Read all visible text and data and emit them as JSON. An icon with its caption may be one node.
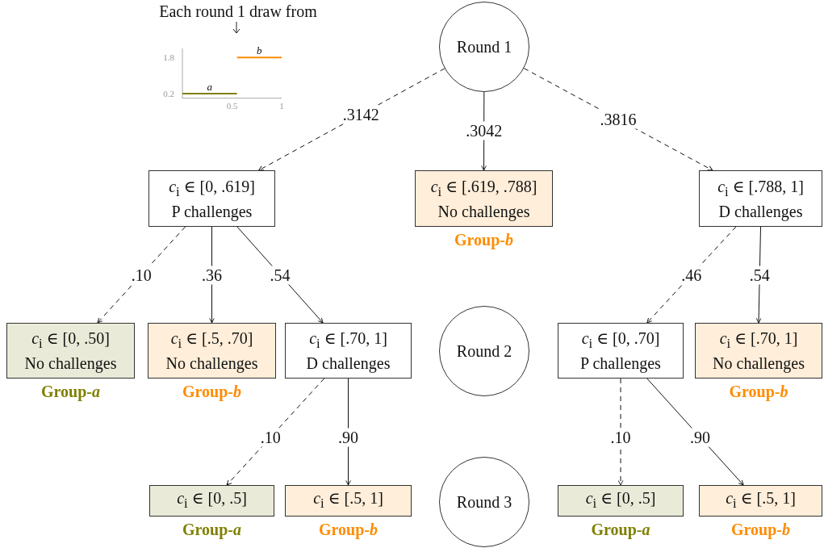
{
  "diagram": {
    "nodes": [
      {
        "text": [
          "Round 1"
        ]
      },
      {
        "text": [
          "*c*$_{i}$ ∈ [0, .619]",
          "P challenges"
        ]
      },
      {
        "text": [
          "*c*$_{i}$ ∈ [.619, .788]",
          "No challenges"
        ],
        "beside": [
          "Group-*b*"
        ]
      },
      {
        "text": [
          "*c*$_{i}$ ∈ [.788, 1]",
          "D challenges"
        ]
      },
      {
        "text": [
          "Round 2"
        ]
      },
      {
        "text": [
          "*c*$_{i}$ ∈ [0, .50]",
          "No challenges"
        ],
        "beside": [
          "Group-*a*"
        ]
      },
      {
        "text": [
          "*c*$_{i}$ ∈ [.5, .70]",
          "No challenges"
        ],
        "beside": [
          "Group-*b*"
        ]
      },
      {
        "text": [
          "*c*$_{i}$ ∈ [.70, 1]",
          "D challenges"
        ]
      },
      {
        "text": [
          "*c*$_{i}$ ∈ [0, .70]",
          "P challenges"
        ]
      },
      {
        "text": [
          "*c*$_{i}$ ∈ [.70, 1]",
          "No challenges"
        ],
        "beside": [
          "Group-*b*"
        ]
      },
      {
        "text": [
          "Round 3"
        ]
      },
      {
        "text": [
          "*c*$_{i}$ ∈ [0, .5]"
        ],
        "beside": [
          "Group-*a*"
        ]
      },
      {
        "text": [
          "*c*$_{i}$ ∈ [.5, 1]"
        ],
        "beside": [
          "Group-*b*"
        ]
      },
      {
        "text": [
          "*c*$_{i}$ ∈ [0, .5]"
        ],
        "beside": [
          "Group-*a*"
        ]
      },
      {
        "text": [
          "*c*$_{i}$ ∈ [.5, 1]"
        ],
        "beside": [
          "Group-*b*"
        ]
      }
    ],
    "edges": [
      {
        "from": 0,
        "to": 1,
        "arrow": "to",
        "label": ".3142",
        "style": "dashed"
      },
      {
        "from": 0,
        "to": 2,
        "arrow": "to",
        "label": ".3042"
      },
      {
        "from": 0,
        "to": 3,
        "arrow": "to",
        "label": ".3816",
        "style": "dashed"
      },
      {
        "from": 1,
        "to": 5,
        "arrow": "to",
        "label": ".10",
        "style": "dashed"
      },
      {
        "from": 1,
        "to": 6,
        "arrow": "to",
        "label": ".36"
      },
      {
        "from": 1,
        "to": 7,
        "arrow": "to",
        "label": ".54"
      },
      {
        "from": 3,
        "to": 8,
        "arrow": "to",
        "label": ".46",
        "style": "dashed"
      },
      {
        "from": 3,
        "to": 9,
        "arrow": "to",
        "label": ".54"
      },
      {
        "from": 7,
        "to": 11,
        "arrow": "to",
        "label": ".10",
        "style": "dashed"
      },
      {
        "from": 7,
        "to": 12,
        "arrow": "to",
        "label": ".90"
      },
      {
        "from": 8,
        "to": 13,
        "arrow": "to",
        "label": ".10",
        "style": "dashed"
      },
      {
        "from": 8,
        "to": 14,
        "arrow": "to",
        "label": ".90"
      }
    ],
    "chart_data": {
      "type": "line",
      "title": "Each round 1 draw from",
      "x": [
        0,
        0.55,
        1
      ],
      "series": [
        {
          "name": "a",
          "color": "#7f8000",
          "values": [
            0.2,
            0.2,
            null
          ]
        },
        {
          "name": "b",
          "color": "#ff8c00",
          "values": [
            null,
            1.8,
            1.8
          ]
        }
      ],
      "xlim": [
        0,
        1
      ],
      "ylim": [
        0,
        2.2
      ],
      "xticks": [
        0.5,
        1
      ],
      "yticks": [
        0.2,
        1.8
      ]
    }
  }
}
